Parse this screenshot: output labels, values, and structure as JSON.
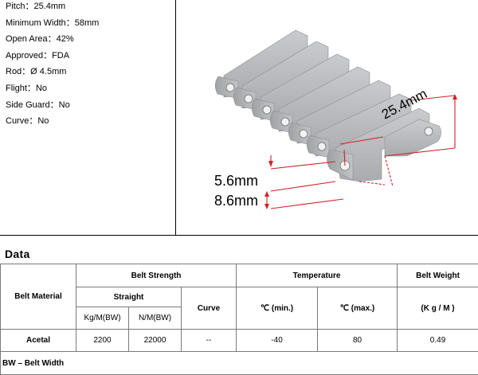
{
  "specs": [
    {
      "label": "Pitch：25.4mm"
    },
    {
      "label": "Minimum Width：58mm"
    },
    {
      "label": "Open Area：42%"
    },
    {
      "label": "Approved：FDA"
    },
    {
      "label": "Rod：Ø 4.5mm"
    },
    {
      "label": "Flight：No"
    },
    {
      "label": "Side Guard：No"
    },
    {
      "label": "Curve：No"
    }
  ],
  "drawing": {
    "pitch_label": "25.4mm",
    "dim_top_label": "5.6mm",
    "dim_bottom_label": "8.6mm",
    "accent_color": "#d0202a",
    "part_color": "#b4b6b9"
  },
  "section_title": "Data",
  "table": {
    "belt_material_header": "Belt Material",
    "belt_strength_header": "Belt Strength",
    "straight_header": "Straight",
    "curve_header": "Curve",
    "kg_header": "Kg/M(BW)",
    "n_header": "N/M(BW)",
    "temperature_header": "Temperature",
    "temp_min_header": "℃ (min.)",
    "temp_max_header": "℃ (max.)",
    "weight_header": "Belt Weight",
    "weight_unit_header": "(K g / M )",
    "row": {
      "material": "Acetal",
      "kg": "2200",
      "n": "22000",
      "curve": "--",
      "temp_min": "-40",
      "temp_max": "80",
      "weight": "0.49"
    },
    "footnote": "BW – Belt Width"
  }
}
